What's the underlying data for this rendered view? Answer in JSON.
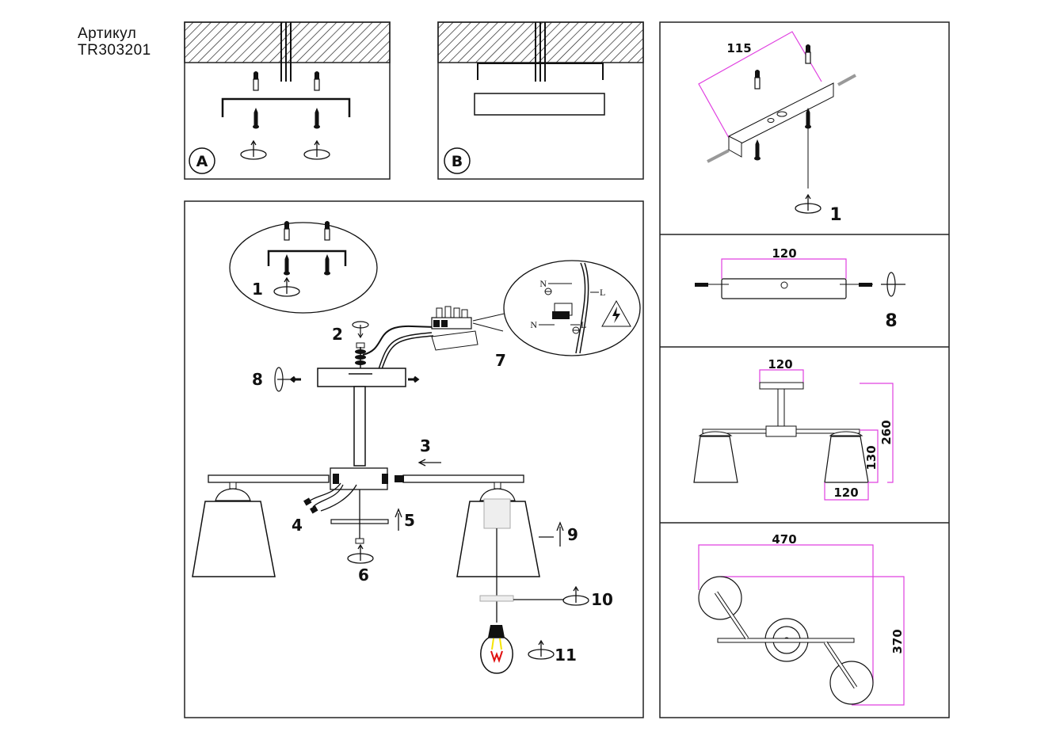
{
  "article": {
    "label": "Артикул",
    "code": "TR303201"
  },
  "colors": {
    "dimension_line": "#e040e0",
    "stroke": "#111111",
    "filament_yellow": "#f5e400",
    "filament_red": "#e01010",
    "hatch": "#222222"
  },
  "panel_a": {
    "badge": "A"
  },
  "panel_b": {
    "badge": "B"
  },
  "main_steps": {
    "inset_step": "1",
    "step2": "2",
    "step3": "3",
    "step4": "4",
    "step5": "5",
    "step6": "6",
    "step7": "7",
    "step8": "8",
    "step9": "9",
    "step10": "10",
    "step11": "11"
  },
  "wiring": {
    "n_top": "N",
    "l_top": "L",
    "n_bottom": "N",
    "l_bottom": "L",
    "warning_icon": "high-voltage-icon"
  },
  "right_panels": {
    "bracket": {
      "dimension": "115",
      "step": "1"
    },
    "plate": {
      "dimension": "120",
      "step": "8"
    },
    "side_view": {
      "canopy_width": "120",
      "total_height": "260",
      "shade_height": "130",
      "shade_width": "120"
    },
    "top_view": {
      "width": "470",
      "depth": "370"
    }
  }
}
